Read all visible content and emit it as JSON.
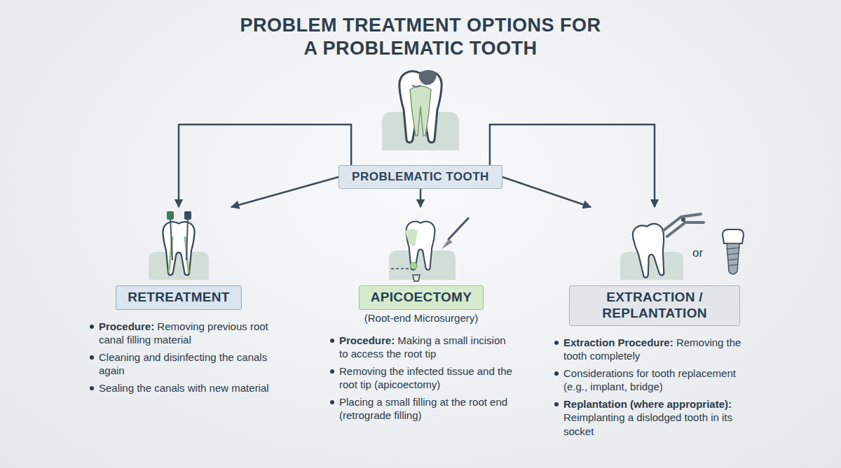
{
  "diagram": {
    "title": "PROBLEM TREATMENT OPTIONS FOR A PROBLEMATIC TOOTH",
    "nodes": [
      {
        "text": [
          "PROBLEMATIC TOOTH"
        ]
      },
      {
        "text": [
          "RETREATMENT",
          "Procedure: Removing previous root canal filling material",
          "Cleaning and disinfecting the canals again",
          "Sealing the canals with new material"
        ]
      },
      {
        "text": [
          "APICOECTOMY",
          "(Root-end Microsurgery)",
          "Procedure: Making a small incision to access the root tip",
          "Removing the infected tissue and the root tip (apicoectomy)",
          "Placing a small filling at the root end (retrograde filling)"
        ]
      },
      {
        "text": [
          "EXTRACTION / REPLANTATION",
          "Extraction Procedure: Removing the tooth completely",
          "Considerations for tooth replacement (e.g., implant, bridge)",
          "Replantation (where appropriate): Reimplanting a dislodged tooth in its socket"
        ]
      }
    ],
    "edges": [
      {
        "from": 0,
        "to": 1,
        "arrow": "to"
      },
      {
        "from": 0,
        "to": 1,
        "arrow": "to"
      },
      {
        "from": 0,
        "to": 2,
        "arrow": "to"
      },
      {
        "from": 0,
        "to": 3,
        "arrow": "to"
      },
      {
        "from": 0,
        "to": 3,
        "arrow": "to"
      }
    ],
    "labels": [
      "or"
    ]
  }
}
